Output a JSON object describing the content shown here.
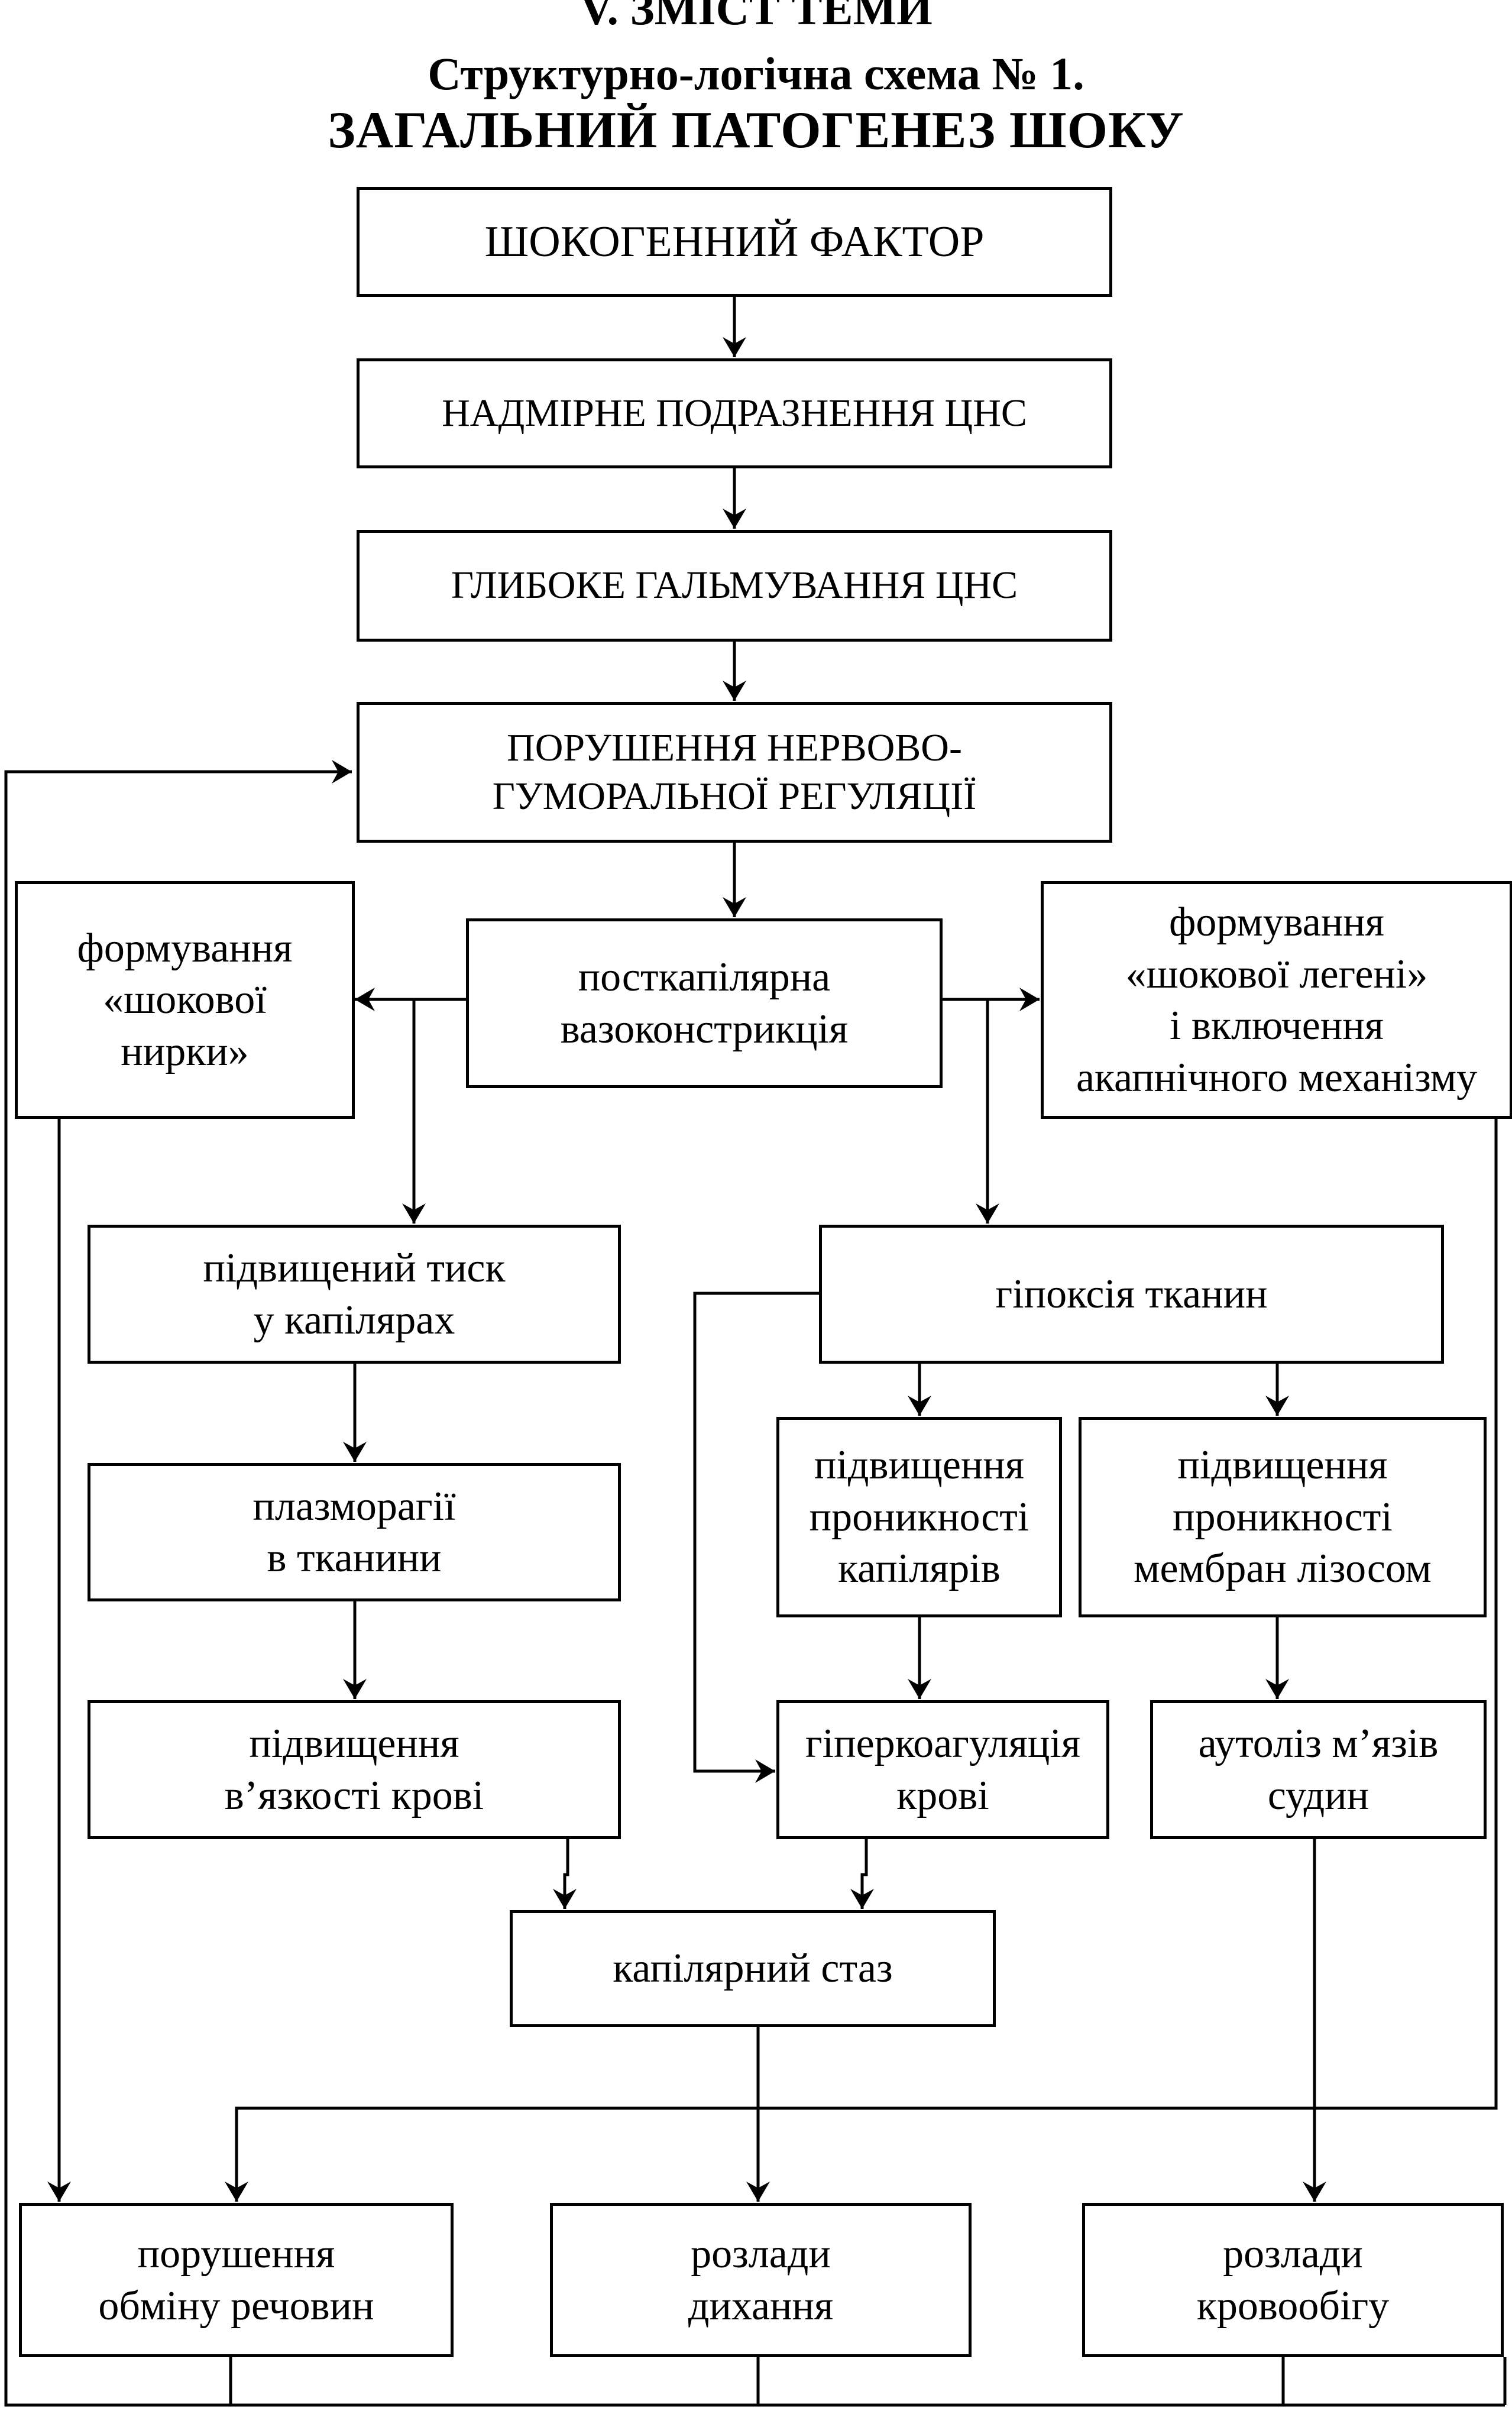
{
  "header": {
    "section": "V. ЗМІСТ ТЕМИ",
    "subtitle": "Структурно-логічна схема № 1.",
    "title": "ЗАГАЛЬНИЙ ПАТОГЕНЕЗ ШОКУ"
  },
  "nodes": {
    "shock_factor": [
      "ШОКОГЕННИЙ ФАКТОР"
    ],
    "cns_overstimulation": [
      "НАДМІРНЕ ПОДРАЗНЕННЯ ЦНС"
    ],
    "cns_inhibition": [
      "ГЛИБОКЕ ГАЛЬМУВАННЯ ЦНС"
    ],
    "neurohumoral_disorder": [
      "ПОРУШЕННЯ НЕРВОВО-",
      "ГУМОРАЛЬНОЇ РЕГУЛЯЦІЇ"
    ],
    "shock_kidney": [
      "формування",
      "«шокової",
      "нирки»"
    ],
    "postcapillary_vasoconstriction": [
      "посткапілярна",
      "вазоконстрикція"
    ],
    "shock_lung": [
      "формування",
      "«шокової легені»",
      "і включення",
      "акапнічного механізму"
    ],
    "capillary_pressure": [
      "підвищений тиск",
      "у капілярах"
    ],
    "tissue_hypoxia": [
      "гіпоксія тканин"
    ],
    "plasmorrhagia": [
      "плазморагії",
      "в тканини"
    ],
    "capillary_permeability": [
      "підвищення",
      "проникності",
      "капілярів"
    ],
    "lysosome_permeability": [
      "підвищення",
      "проникності",
      "мембран лізосом"
    ],
    "blood_viscosity": [
      "підвищення",
      "в’язкості крові"
    ],
    "hypercoagulation": [
      "гіперкоагуляція",
      "крові"
    ],
    "vessel_autolysis": [
      "аутоліз м’язів",
      "судин"
    ],
    "capillary_stasis": [
      "капілярний стаз"
    ],
    "metabolism_disorder": [
      "порушення",
      "обміну речовин"
    ],
    "respiration_disorder": [
      "розлади",
      "дихання"
    ],
    "circulation_disorder": [
      "розлади",
      "кровообігу"
    ]
  }
}
